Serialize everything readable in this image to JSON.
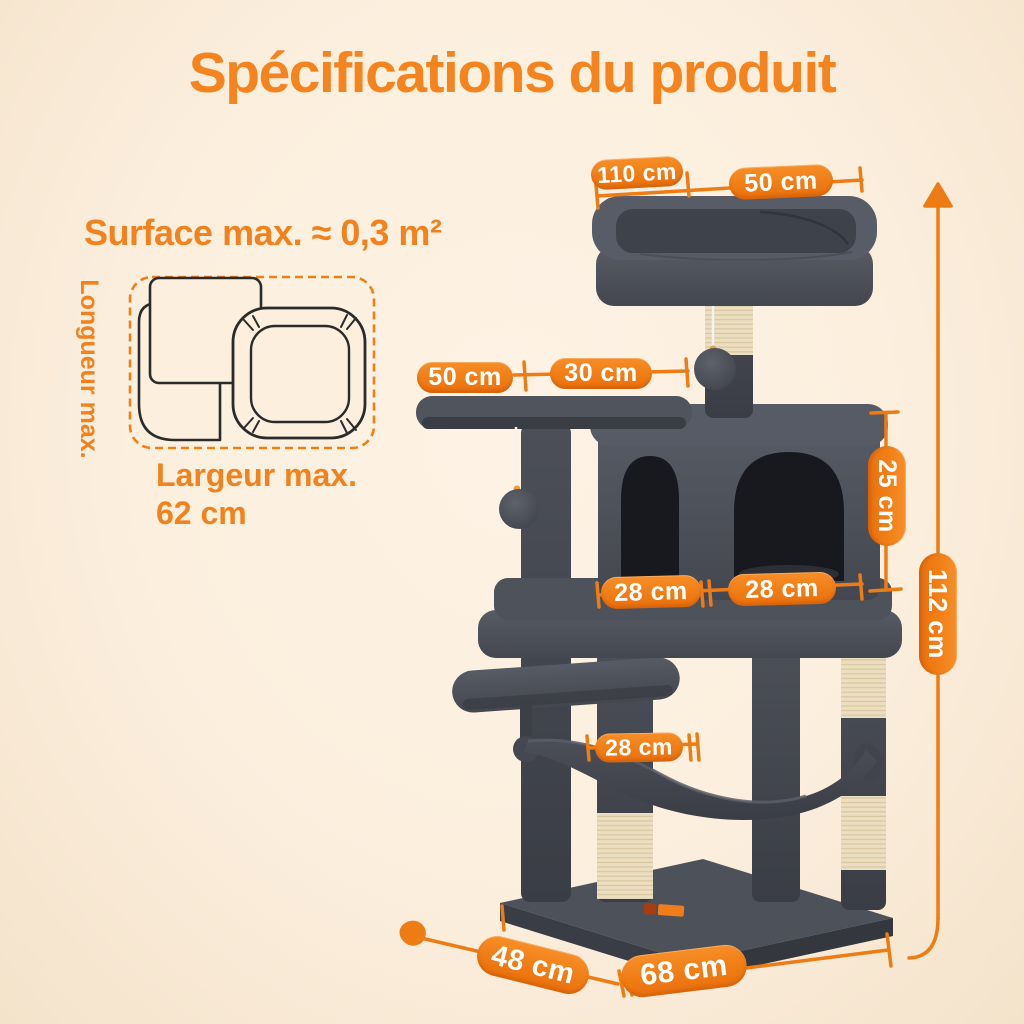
{
  "page": {
    "title": "Spécifications du produit"
  },
  "surface": {
    "heading": "Surface max. ≈ 0,3 m²",
    "length_label": "Longueur max.",
    "width_label": "Largeur max.",
    "width_value": "62 cm"
  },
  "dimensions": {
    "top_bed_depth": {
      "label": "110 cm"
    },
    "top_bed_width": {
      "label": "50 cm"
    },
    "upper_platform_width module": {
      "label": ""
    },
    "upper_platform_width": {
      "label": "50 cm"
    },
    "platform_gap_width": {
      "label": "30 cm"
    },
    "condo_height": {
      "label": "25 cm"
    },
    "condo_left_width": {
      "label": "28 cm"
    },
    "condo_right_width": {
      "label": "28 cm"
    },
    "hammock_gap_width": {
      "label": "28 cm"
    },
    "base_depth": {
      "label": "48 cm"
    },
    "base_width": {
      "label": "68 cm"
    },
    "total_height": {
      "label": "112 cm"
    }
  },
  "colors": {
    "accent_orange": "#f1801b",
    "background_cream": "#fcefde",
    "badge_text": "#ffffff",
    "tree_plush_gray": "#4a4e57",
    "sisal_cream": "#ecdfc1",
    "outline_black": "#2b2b2b"
  },
  "icons": {
    "total_height_arrow": "arrow-up-icon",
    "base_depth_pointer": "pointer-down-left-icon"
  }
}
